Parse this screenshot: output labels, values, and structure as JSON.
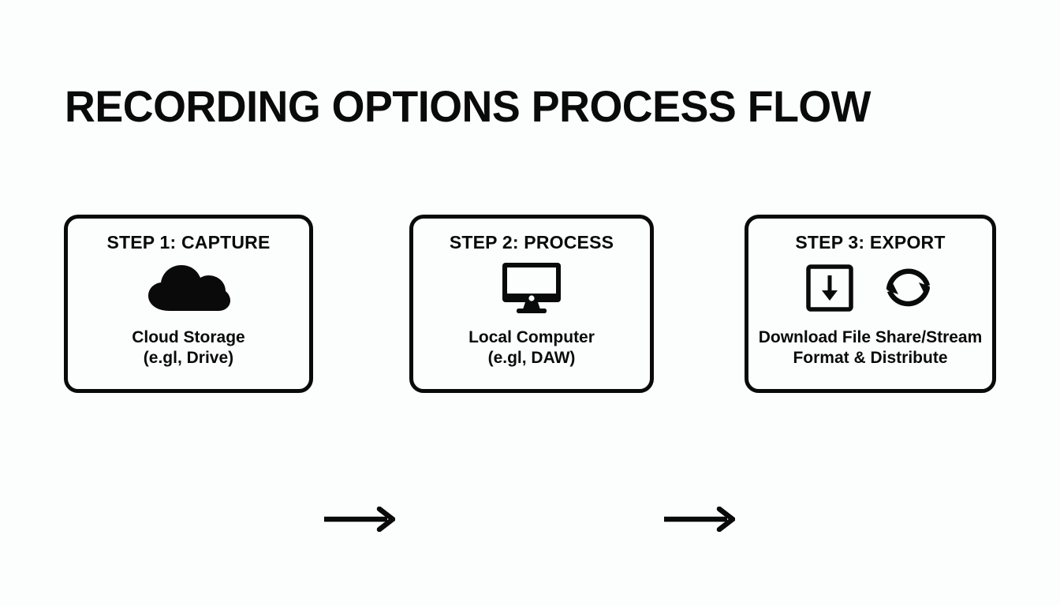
{
  "page": {
    "title": "RECORDING OPTIONS PROCESS FLOW",
    "background_color": "#fcfdfd",
    "ink_color": "#0a0a0a"
  },
  "diagram": {
    "type": "process-flow",
    "orientation": "left-to-right",
    "steps": [
      {
        "heading": "STEP 1: CAPTURE",
        "icons": [
          "cloud-icon"
        ],
        "caption": "Cloud Storage\n(e.gl, Drive)"
      },
      {
        "heading": "STEP 2: PROCESS",
        "icons": [
          "monitor-icon"
        ],
        "caption": "Local Computer\n(e.gl, DAW)"
      },
      {
        "heading": "STEP 3: EXPORT",
        "icons": [
          "download-icon",
          "sync-icon"
        ],
        "caption": "Download File Share/Stream\nFormat & Distribute"
      }
    ],
    "connectors": [
      {
        "name": "arrow-right-icon",
        "from": "STEP 1: CAPTURE",
        "to": "STEP 2: PROCESS"
      },
      {
        "name": "arrow-right-icon",
        "from": "STEP 2: PROCESS",
        "to": "STEP 3: EXPORT"
      }
    ]
  }
}
